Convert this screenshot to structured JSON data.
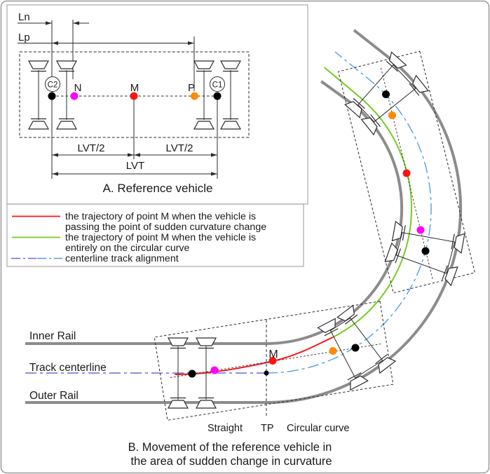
{
  "panel_a": {
    "caption": "A. Reference vehicle",
    "dim_ln": "Ln",
    "dim_lp": "Lp",
    "dim_lvt_half": "LVT/2",
    "dim_lvt": "LVT",
    "point_c2": "C2",
    "point_n": "N",
    "point_m": "M",
    "point_p": "P",
    "point_c1": "C1"
  },
  "legend": {
    "item1_line1": "the trajectory of point M when the vehicle is",
    "item1_line2": "passing the point of sudden curvature change",
    "item2_line1": "the trajectory of point M when the vehicle is",
    "item2_line2": "entirely on the circular curve",
    "item3_line1": "centerline track alignment"
  },
  "panel_b": {
    "caption_line1": "B. Movement of the reference vehicle in",
    "caption_line2": "the area of sudden change in curvature",
    "label_inner_rail": "Inner Rail",
    "label_track_centerline": "Track centerline",
    "label_outer_rail": "Outer Rail",
    "label_m": "M",
    "label_straight": "Straight",
    "label_tp": "TP",
    "label_circular_curve": "Circular curve"
  },
  "colors": {
    "red_trajectory": "#ff1414",
    "green_trajectory": "#74cb20",
    "centerline_straight": "#6b6bd6",
    "centerline_curve": "#4f9ee8",
    "magenta_point": "#ff00ff",
    "orange_point": "#ff8a00",
    "black_point": "#000000",
    "red_point": "#ff1414",
    "rail_gray": "#8c8c8c",
    "straight_label": "#2323cc",
    "circular_curve_label": "#2e8fe0",
    "tp_label": "#3c3c3c"
  }
}
